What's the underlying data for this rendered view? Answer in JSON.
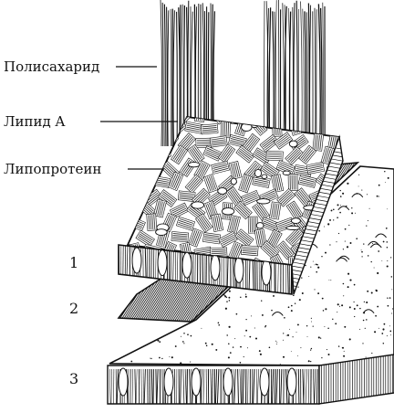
{
  "labels": {
    "polysaccharide": "Полисахарид",
    "lipid_a": "Липид A",
    "lipoprotein": "Липопротеин"
  },
  "layers": {
    "one": "1",
    "two": "2",
    "three": "3"
  },
  "colors": {
    "ink": "#111111",
    "paper": "#ffffff",
    "mid": "#555555"
  }
}
